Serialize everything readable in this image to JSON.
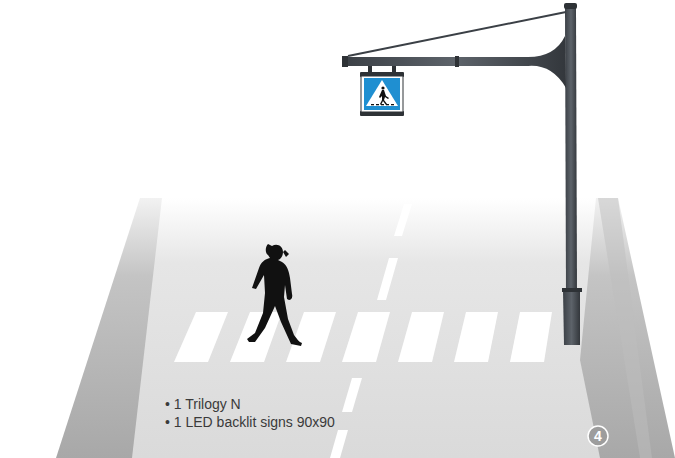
{
  "diagram": {
    "labels": [
      "• 1 Trilogy N",
      "• 1 LED backlit signs 90x90",
      "4"
    ]
  }
}
